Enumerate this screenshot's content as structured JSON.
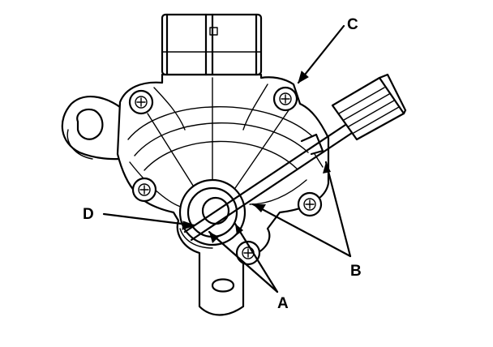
{
  "callouts": {
    "a": "A",
    "b": "B",
    "c": "C",
    "d": "D"
  },
  "connector_mark": "□",
  "colors": {
    "ink": "#000000",
    "paper": "#ffffff"
  }
}
